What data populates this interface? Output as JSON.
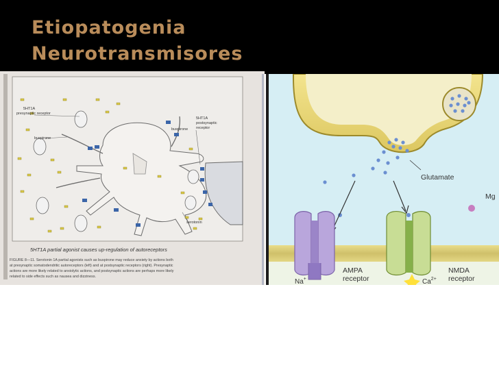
{
  "slide": {
    "title_line1": "Etiopatogenia",
    "title_line2": "Neurotransmisores"
  },
  "left_figure": {
    "label_5ht1a_pre": "5HT1A",
    "label_presynaptic_receptor": "presynaptic receptor",
    "label_buspirone_left": "buspirone",
    "label_5ht1a_post": "5HT1A",
    "label_postsynaptic": "postsynaptic",
    "label_receptor": "receptor",
    "label_buspirone_right": "buspirone",
    "label_serotonin": "serotonin",
    "caption_title": "5HT1A partial agonist causes up-regulation of autoreceptors",
    "caption_line1": "FIGURE 8—11. Serotonin 1A partial agonists such as buspirone may reduce anxiety by actions both",
    "caption_line2": "at presynaptic somatodendritic autoreceptors (left) and at postsynaptic receptors (right). Presynaptic",
    "caption_line3": "actions are more likely related to anxiolytic actions, and postsynaptic actions are perhaps more likely",
    "caption_line4": "related to side effects such as nausea and dizziness."
  },
  "right_figure": {
    "label_glutamate": "Glutamate",
    "label_mg": "Mg",
    "label_ampa": "AMPA",
    "label_ampa_receptor": "receptor",
    "label_nmda": "NMDA",
    "label_nmda_receptor": "receptor",
    "label_na": "Na",
    "label_na_charge": "+",
    "label_ca": "Ca",
    "label_ca_charge": "2+"
  }
}
